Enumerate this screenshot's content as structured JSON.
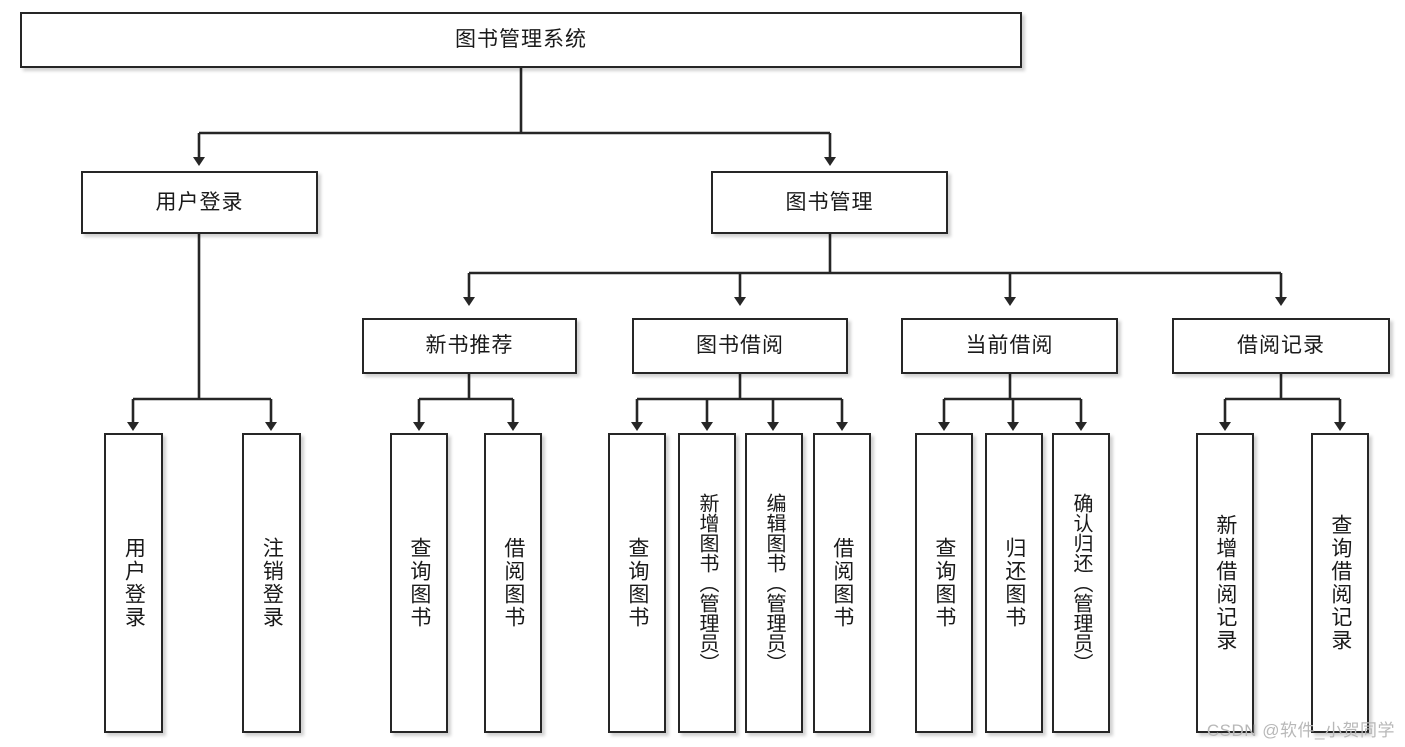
{
  "diagram": {
    "title": "图书管理系统",
    "type": "tree",
    "colors": {
      "box_border": "#262626",
      "box_fill": "#ffffff",
      "line": "#262626",
      "text": "#1a1a1a",
      "watermark": "#b8b8b8"
    },
    "root": {
      "label": "图书管理系统"
    },
    "level2": [
      {
        "label": "用户登录"
      },
      {
        "label": "图书管理"
      }
    ],
    "level3": [
      {
        "label": "新书推荐"
      },
      {
        "label": "图书借阅"
      },
      {
        "label": "当前借阅"
      },
      {
        "label": "借阅记录"
      }
    ],
    "leaves": {
      "user_login": [
        {
          "label": "用户登录"
        },
        {
          "label": "注销登录"
        }
      ],
      "new_book_rec": [
        {
          "label": "查询图书"
        },
        {
          "label": "借阅图书"
        }
      ],
      "book_borrow": [
        {
          "label": "查询图书"
        },
        {
          "label": "新增图书（管理员）"
        },
        {
          "label": "编辑图书（管理员）"
        },
        {
          "label": "借阅图书"
        }
      ],
      "current_borrow": [
        {
          "label": "查询图书"
        },
        {
          "label": "归还图书"
        },
        {
          "label": "确认归还（管理员）"
        }
      ],
      "borrow_record": [
        {
          "label": "新增借阅记录"
        },
        {
          "label": "查询借阅记录"
        }
      ]
    },
    "watermark": "CSDN @软件_小贺同学"
  }
}
